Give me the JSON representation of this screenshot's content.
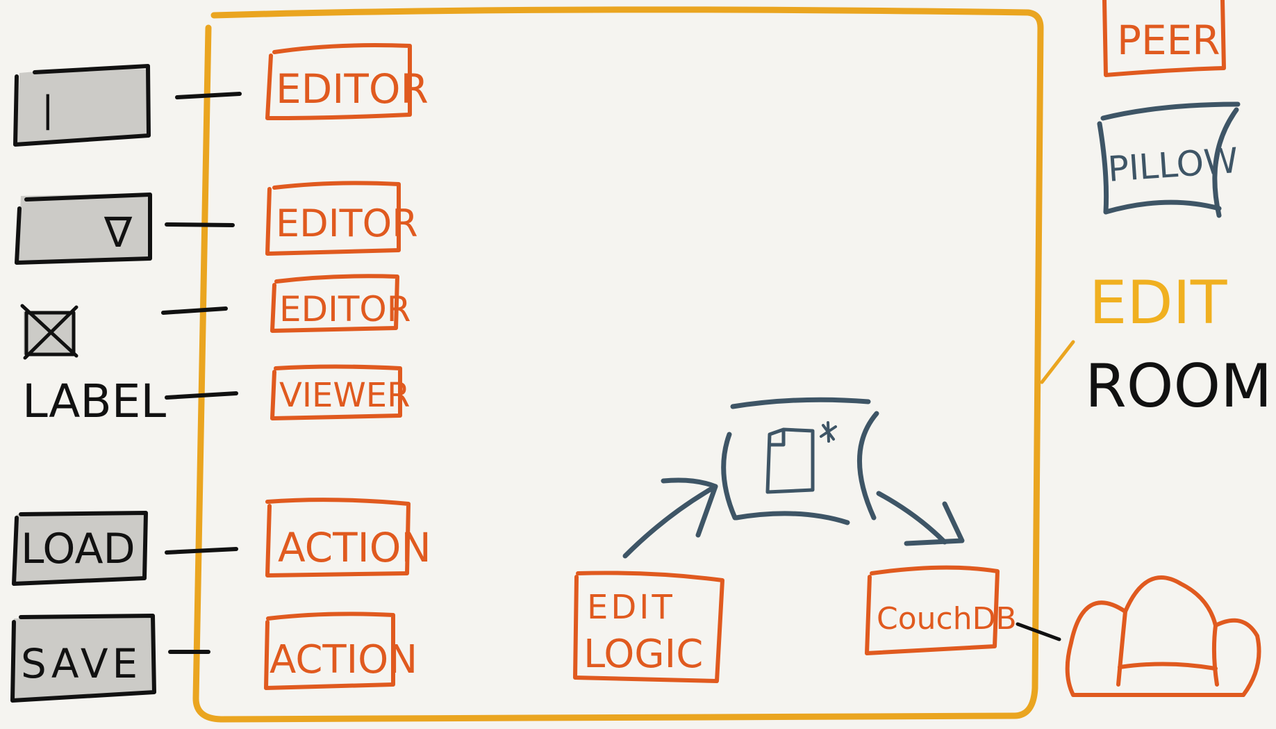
{
  "colors": {
    "background": "#f5f4f0",
    "room_frame": "#eaa520",
    "box_orange": "#e05a1f",
    "pillow_blue": "#3e5566",
    "widget_gray": "#c8c7c2",
    "ink": "#111111",
    "edit_yellow": "#f0b020"
  },
  "widgets": {
    "text_input": {
      "value": "|"
    },
    "dropdown": {
      "value": "∇"
    },
    "checkbox": {
      "checked": true
    },
    "label": {
      "text": "LABEL"
    },
    "load_button": {
      "label": "LOAD"
    },
    "save_button": {
      "label": "SAVE"
    }
  },
  "components": {
    "editor_1": "EDITOR",
    "editor_2": "EDITOR",
    "editor_3": "EDITOR",
    "viewer": "VIEWER",
    "action_1": "ACTION",
    "action_2": "ACTION"
  },
  "backend": {
    "edit_logic_line1": "EDIT",
    "edit_logic_line2": "LOGIC",
    "couchdb": "CouchDB",
    "document_icon": "document-asterisk-icon"
  },
  "legend": {
    "peer": "PEER",
    "pillow": "PILLOW",
    "edit_room_line1": "EDIT",
    "edit_room_line2": "ROOM",
    "sofa_icon": "sofa-icon"
  }
}
